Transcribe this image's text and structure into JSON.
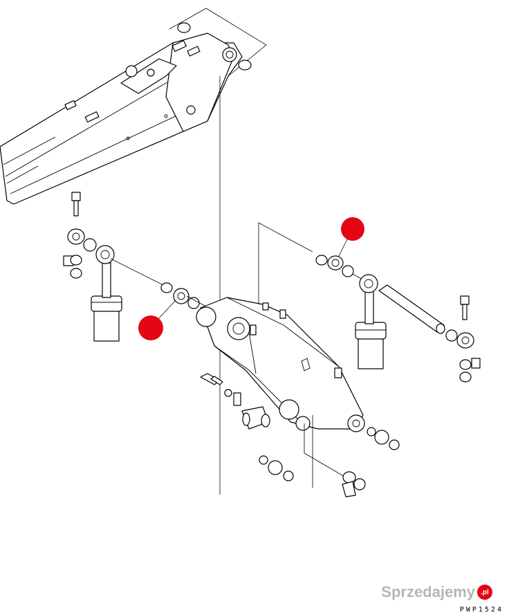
{
  "drawing": {
    "code": "PWP1524",
    "marker_color": "#e30613"
  },
  "watermark": {
    "text": "Sprzedajemy",
    "badge": ".pl",
    "badge_color": "#e30613"
  }
}
